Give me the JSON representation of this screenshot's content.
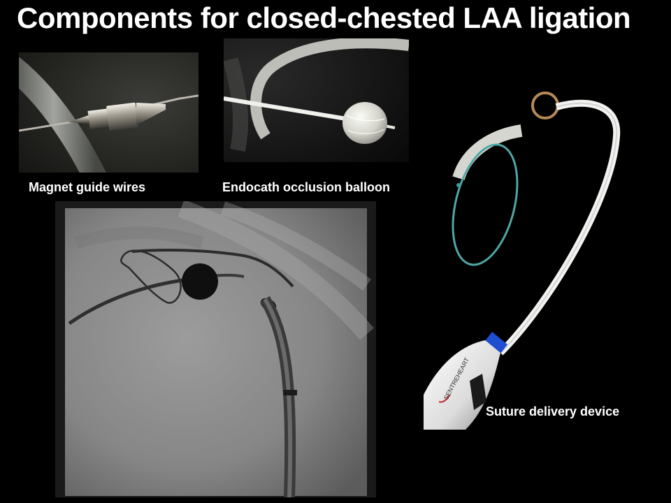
{
  "slide": {
    "title": "Components for closed-chested LAA ligation"
  },
  "panels": {
    "magnet": {
      "caption": "Magnet guide wires"
    },
    "balloon": {
      "caption": "Endocath occlusion balloon"
    },
    "fluoro": {},
    "device": {
      "caption": "Suture delivery device",
      "brand_logo": "SENTREHEART"
    }
  },
  "colors": {
    "background": "#000000",
    "text": "#ffffff",
    "device_blue": "#1f4fd0",
    "brand_red": "#c0282d"
  }
}
